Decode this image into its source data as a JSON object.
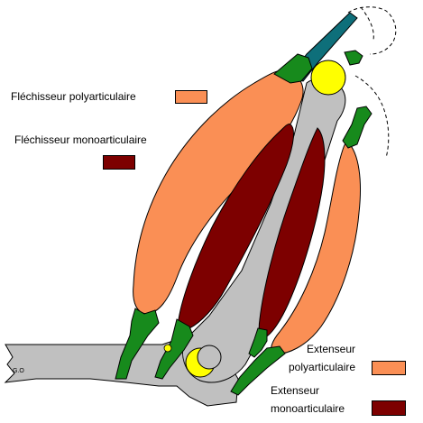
{
  "legend": {
    "flechisseur_poly": {
      "label": "Fléchisseur  polyarticulaire",
      "color": "#fa8f55"
    },
    "flechisseur_mono": {
      "label": "Fléchisseur  monoarticulaire",
      "color": "#7d0000"
    },
    "extenseur_poly": {
      "line1": "Extenseur",
      "line2": "polyarticulaire",
      "color": "#fa8f55"
    },
    "extenseur_mono": {
      "line1": "Extenseur",
      "line2": "monoarticulaire",
      "color": "#7d0000"
    }
  },
  "bone_label": "G.O",
  "colors": {
    "bone": "#c0c0c0",
    "tendon": "#178a1c",
    "tendon_upper": "#0e6f7a",
    "joint": "#ffff00",
    "outline": "#000000"
  }
}
